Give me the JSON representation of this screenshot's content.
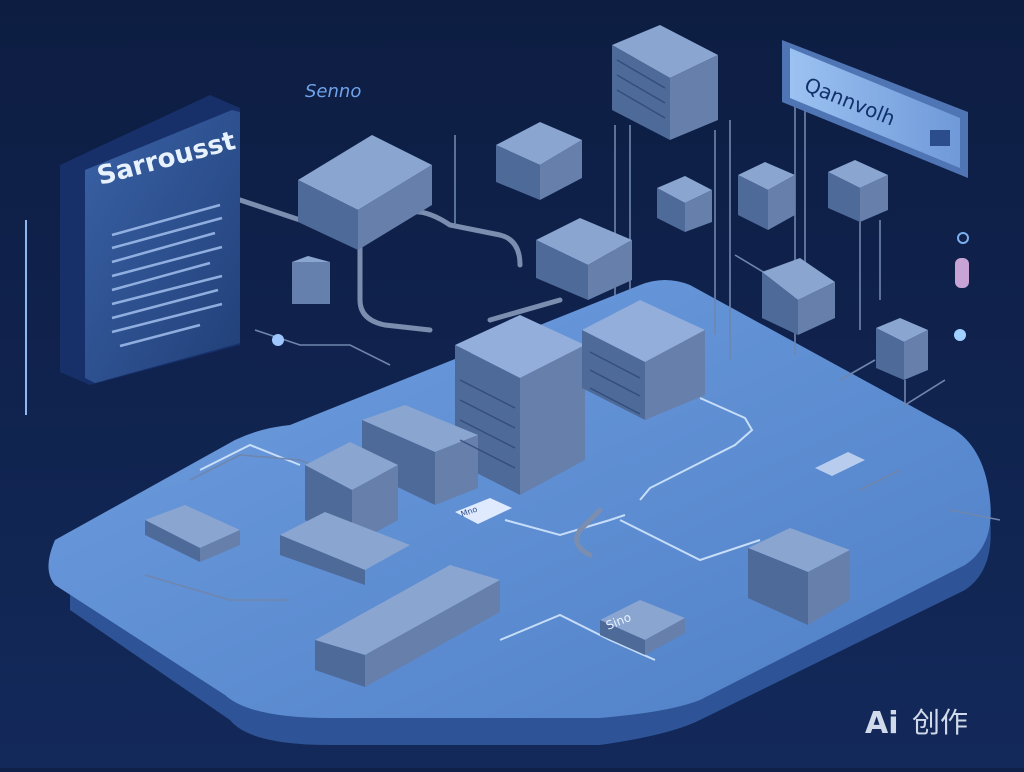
{
  "labels": {
    "left_panel_title": "Sarrousst",
    "top_label": "Senno",
    "right_banner": "Qannvolh",
    "small_tag": "Mno",
    "rack_plate": "Sino"
  },
  "watermark": {
    "logo": "Ai",
    "text": "创作"
  },
  "colors": {
    "background": "#0f2148",
    "platform_top": "#5f8fd4",
    "platform_side": "#3a63a8",
    "box_top": "#8aa6d0",
    "box_left": "#4e6a99",
    "box_right": "#667fab",
    "panel": "#2b4d8c",
    "banner": "#7fa8e6",
    "glow_line": "#cfe6ff",
    "cable": "#7b8eb0"
  },
  "icons": [
    "server-rack-icon",
    "network-cable-icon",
    "document-panel-icon"
  ]
}
